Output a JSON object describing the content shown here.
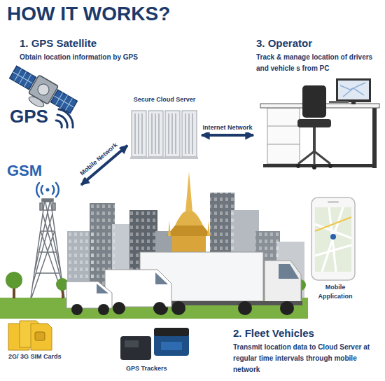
{
  "diagram": {
    "title": "HOW IT WORKS?",
    "nodes": [
      {
        "text": [
          "1. GPS Satellite",
          "Obtain location information by GPS"
        ]
      },
      {
        "text": [
          "Secure Cloud Server"
        ]
      },
      {
        "text": [
          "3. Operator",
          "Track & manage location of drivers and vehicle s from PC"
        ]
      },
      {
        "text": [
          "GSM"
        ]
      },
      {
        "text": [
          "Mobile Application"
        ]
      },
      {
        "text": [
          "2. Fleet Vehicles",
          "Transmit location data to Cloud Server at regular time intervals through mobile network"
        ]
      }
    ],
    "edges": [
      {
        "from": 3,
        "to": 1,
        "label": "Mobile Network",
        "arrow": "both"
      },
      {
        "from": 1,
        "to": 2,
        "label": "Internet Network",
        "arrow": "both"
      }
    ],
    "labels": [
      "GPS",
      "2G/ 3G SIM Cards",
      "GPS Trackers"
    ]
  }
}
